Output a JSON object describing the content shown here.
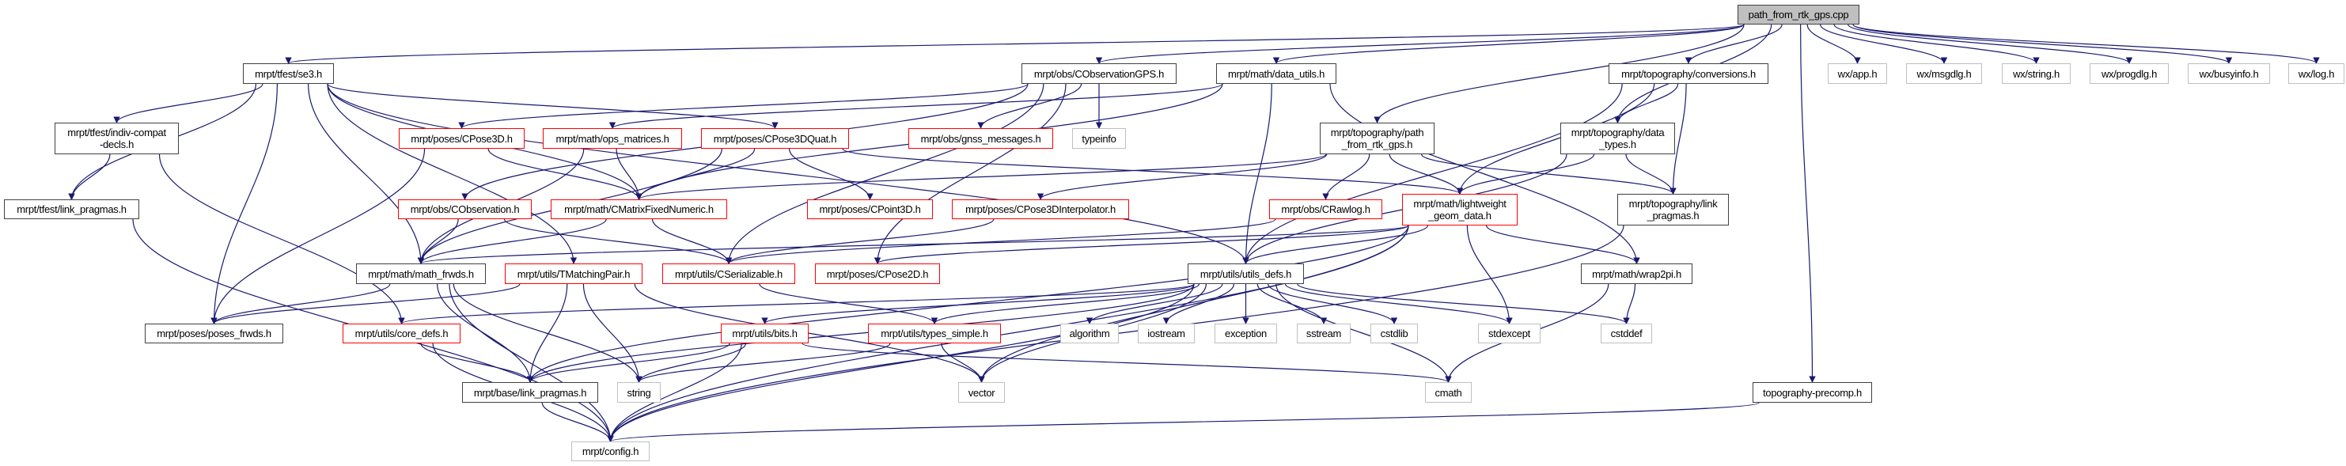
{
  "graph": {
    "title": "path_from_rtk_gps.cpp",
    "colors": {
      "edge": "#191970",
      "truncated_border": "#ff0000",
      "external_border": "#bfbfbf",
      "root_fill": "#bfbfbf"
    },
    "nodes": [
      {
        "id": "cpp",
        "label": "path_from_rtk_gps.cpp",
        "kind": "root"
      },
      {
        "id": "se3",
        "label": "mrpt/tfest/se3.h",
        "kind": "doc"
      },
      {
        "id": "gps",
        "label": "mrpt/obs/CObservationGPS.h",
        "kind": "doc"
      },
      {
        "id": "data_utils",
        "label": "mrpt/math/data_utils.h",
        "kind": "doc"
      },
      {
        "id": "conversions",
        "label": "mrpt/topography/conversions.h",
        "kind": "doc"
      },
      {
        "id": "wxapp",
        "label": "wx/app.h",
        "kind": "external"
      },
      {
        "id": "wxmsgdlg",
        "label": "wx/msgdlg.h",
        "kind": "external"
      },
      {
        "id": "wxstring",
        "label": "wx/string.h",
        "kind": "external"
      },
      {
        "id": "wxprogdlg",
        "label": "wx/progdlg.h",
        "kind": "external"
      },
      {
        "id": "wxbusyinfo",
        "label": "wx/busyinfo.h",
        "kind": "external"
      },
      {
        "id": "wxlog",
        "label": "wx/log.h",
        "kind": "external"
      },
      {
        "id": "indiv",
        "label": "mrpt/tfest/indiv-compat\n-decls.h",
        "kind": "doc"
      },
      {
        "id": "cpose3d",
        "label": "mrpt/poses/CPose3D.h",
        "kind": "truncated"
      },
      {
        "id": "ops",
        "label": "mrpt/math/ops_matrices.h",
        "kind": "truncated"
      },
      {
        "id": "quat",
        "label": "mrpt/poses/CPose3DQuat.h",
        "kind": "truncated"
      },
      {
        "id": "gnss",
        "label": "mrpt/obs/gnss_messages.h",
        "kind": "truncated"
      },
      {
        "id": "typeinfo",
        "label": "typeinfo",
        "kind": "external"
      },
      {
        "id": "path_h",
        "label": "mrpt/topography/path\n_from_rtk_gps.h",
        "kind": "doc"
      },
      {
        "id": "data_types",
        "label": "mrpt/topography/data\n_types.h",
        "kind": "doc"
      },
      {
        "id": "tfest_link",
        "label": "mrpt/tfest/link_pragmas.h",
        "kind": "doc"
      },
      {
        "id": "cobs",
        "label": "mrpt/obs/CObservation.h",
        "kind": "truncated"
      },
      {
        "id": "cmfn",
        "label": "mrpt/math/CMatrixFixedNumeric.h",
        "kind": "truncated"
      },
      {
        "id": "cpoint3d",
        "label": "mrpt/poses/CPoint3D.h",
        "kind": "truncated"
      },
      {
        "id": "interp",
        "label": "mrpt/poses/CPose3DInterpolator.h",
        "kind": "truncated"
      },
      {
        "id": "rawlog",
        "label": "mrpt/obs/CRawlog.h",
        "kind": "truncated"
      },
      {
        "id": "lightweight",
        "label": "mrpt/math/lightweight\n_geom_data.h",
        "kind": "truncated"
      },
      {
        "id": "topo_link",
        "label": "mrpt/topography/link\n_pragmas.h",
        "kind": "doc"
      },
      {
        "id": "math_frwds",
        "label": "mrpt/math/math_frwds.h",
        "kind": "doc"
      },
      {
        "id": "tmatch",
        "label": "mrpt/utils/TMatchingPair.h",
        "kind": "truncated"
      },
      {
        "id": "cser",
        "label": "mrpt/utils/CSerializable.h",
        "kind": "truncated"
      },
      {
        "id": "cpose2d",
        "label": "mrpt/poses/CPose2D.h",
        "kind": "truncated"
      },
      {
        "id": "utils_defs",
        "label": "mrpt/utils/utils_defs.h",
        "kind": "doc"
      },
      {
        "id": "wrap2pi",
        "label": "mrpt/math/wrap2pi.h",
        "kind": "doc"
      },
      {
        "id": "poses_frwds",
        "label": "mrpt/poses/poses_frwds.h",
        "kind": "doc"
      },
      {
        "id": "core_defs",
        "label": "mrpt/utils/core_defs.h",
        "kind": "truncated"
      },
      {
        "id": "bits",
        "label": "mrpt/utils/bits.h",
        "kind": "truncated"
      },
      {
        "id": "types_simple",
        "label": "mrpt/utils/types_simple.h",
        "kind": "truncated"
      },
      {
        "id": "algorithm",
        "label": "algorithm",
        "kind": "external"
      },
      {
        "id": "iostream",
        "label": "iostream",
        "kind": "external"
      },
      {
        "id": "exception",
        "label": "exception",
        "kind": "external"
      },
      {
        "id": "sstream",
        "label": "sstream",
        "kind": "external"
      },
      {
        "id": "cstdlib",
        "label": "cstdlib",
        "kind": "external"
      },
      {
        "id": "stdexcept",
        "label": "stdexcept",
        "kind": "external"
      },
      {
        "id": "cstddef",
        "label": "cstddef",
        "kind": "external"
      },
      {
        "id": "base_link",
        "label": "mrpt/base/link_pragmas.h",
        "kind": "doc"
      },
      {
        "id": "string",
        "label": "string",
        "kind": "external"
      },
      {
        "id": "vector",
        "label": "vector",
        "kind": "external"
      },
      {
        "id": "cmath",
        "label": "cmath",
        "kind": "external"
      },
      {
        "id": "precomp",
        "label": "topography-precomp.h",
        "kind": "doc"
      },
      {
        "id": "config",
        "label": "mrpt/config.h",
        "kind": "external"
      }
    ],
    "edges": [
      [
        "cpp",
        "se3"
      ],
      [
        "cpp",
        "gps"
      ],
      [
        "cpp",
        "data_utils"
      ],
      [
        "cpp",
        "conversions"
      ],
      [
        "cpp",
        "path_h"
      ],
      [
        "cpp",
        "data_types"
      ],
      [
        "cpp",
        "wxapp"
      ],
      [
        "cpp",
        "wxmsgdlg"
      ],
      [
        "cpp",
        "wxstring"
      ],
      [
        "cpp",
        "wxprogdlg"
      ],
      [
        "cpp",
        "wxbusyinfo"
      ],
      [
        "cpp",
        "wxlog"
      ],
      [
        "cpp",
        "precomp"
      ],
      [
        "se3",
        "indiv"
      ],
      [
        "se3",
        "tfest_link"
      ],
      [
        "se3",
        "poses_frwds"
      ],
      [
        "se3",
        "math_frwds"
      ],
      [
        "se3",
        "tmatch"
      ],
      [
        "se3",
        "quat"
      ],
      [
        "se3",
        "cmfn"
      ],
      [
        "se3",
        "utils_defs"
      ],
      [
        "indiv",
        "tfest_link"
      ],
      [
        "indiv",
        "core_defs"
      ],
      [
        "tfest_link",
        "config"
      ],
      [
        "cpose3d",
        "cmfn"
      ],
      [
        "cpose3d",
        "poses_frwds"
      ],
      [
        "ops",
        "cmfn"
      ],
      [
        "ops",
        "math_frwds"
      ],
      [
        "quat",
        "cmfn"
      ],
      [
        "quat",
        "cpoint3d"
      ],
      [
        "quat",
        "lightweight"
      ],
      [
        "quat",
        "math_frwds"
      ],
      [
        "cobs",
        "math_frwds"
      ],
      [
        "cobs",
        "cser"
      ],
      [
        "gps",
        "gnss"
      ],
      [
        "gps",
        "typeinfo"
      ],
      [
        "gps",
        "cobs"
      ],
      [
        "gps",
        "cpose3d"
      ],
      [
        "gps",
        "cser"
      ],
      [
        "gps",
        "cpose2d"
      ],
      [
        "data_utils",
        "ops"
      ],
      [
        "data_utils",
        "utils_defs"
      ],
      [
        "data_utils",
        "wrap2pi"
      ],
      [
        "data_utils",
        "cmfn"
      ],
      [
        "path_h",
        "cmfn"
      ],
      [
        "path_h",
        "interp"
      ],
      [
        "path_h",
        "rawlog"
      ],
      [
        "path_h",
        "lightweight"
      ],
      [
        "path_h",
        "topo_link"
      ],
      [
        "data_types",
        "lightweight"
      ],
      [
        "data_types",
        "topo_link"
      ],
      [
        "data_types",
        "utils_defs"
      ],
      [
        "conversions",
        "data_types"
      ],
      [
        "conversions",
        "topo_link"
      ],
      [
        "conversions",
        "lightweight"
      ],
      [
        "conversions",
        "utils_defs"
      ],
      [
        "cmfn",
        "math_frwds"
      ],
      [
        "cmfn",
        "cser"
      ],
      [
        "interp",
        "cser"
      ],
      [
        "rawlog",
        "cser"
      ],
      [
        "lightweight",
        "utils_defs"
      ],
      [
        "lightweight",
        "wrap2pi"
      ],
      [
        "lightweight",
        "stdexcept"
      ],
      [
        "lightweight",
        "vector"
      ],
      [
        "lightweight",
        "math_frwds"
      ],
      [
        "lightweight",
        "cpose2d"
      ],
      [
        "lightweight",
        "base_link"
      ],
      [
        "lightweight",
        "config"
      ],
      [
        "tmatch",
        "poses_frwds"
      ],
      [
        "tmatch",
        "string"
      ],
      [
        "tmatch",
        "base_link"
      ],
      [
        "tmatch",
        "vector"
      ],
      [
        "cser",
        "types_simple"
      ],
      [
        "math_frwds",
        "poses_frwds"
      ],
      [
        "math_frwds",
        "base_link"
      ],
      [
        "math_frwds",
        "config"
      ],
      [
        "math_frwds",
        "string"
      ],
      [
        "utils_defs",
        "core_defs"
      ],
      [
        "utils_defs",
        "bits"
      ],
      [
        "utils_defs",
        "types_simple"
      ],
      [
        "utils_defs",
        "algorithm"
      ],
      [
        "utils_defs",
        "iostream"
      ],
      [
        "utils_defs",
        "exception"
      ],
      [
        "utils_defs",
        "sstream"
      ],
      [
        "utils_defs",
        "cstdlib"
      ],
      [
        "utils_defs",
        "stdexcept"
      ],
      [
        "utils_defs",
        "cstddef"
      ],
      [
        "utils_defs",
        "cmath"
      ],
      [
        "utils_defs",
        "vector"
      ],
      [
        "utils_defs",
        "config"
      ],
      [
        "utils_defs",
        "base_link"
      ],
      [
        "core_defs",
        "base_link"
      ],
      [
        "core_defs",
        "config"
      ],
      [
        "bits",
        "base_link"
      ],
      [
        "bits",
        "string"
      ],
      [
        "bits",
        "config"
      ],
      [
        "bits",
        "cmath"
      ],
      [
        "types_simple",
        "vector"
      ],
      [
        "types_simple",
        "string"
      ],
      [
        "wrap2pi",
        "cstddef"
      ],
      [
        "wrap2pi",
        "cmath"
      ],
      [
        "topo_link",
        "config"
      ],
      [
        "precomp",
        "config"
      ],
      [
        "base_link",
        "config"
      ]
    ]
  }
}
